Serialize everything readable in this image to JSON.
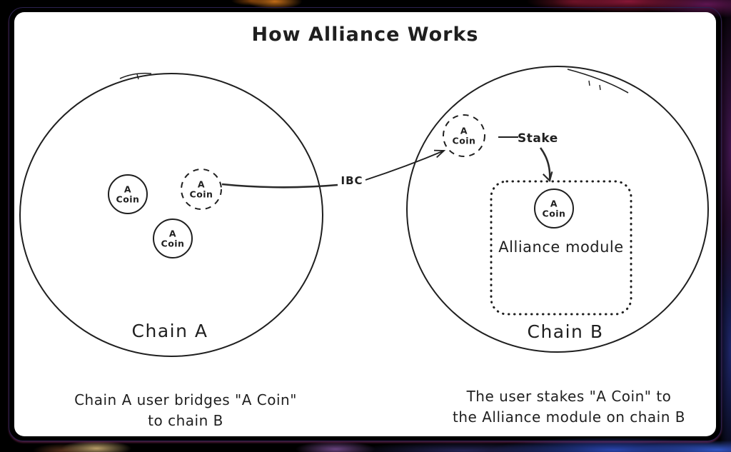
{
  "title": "How Alliance Works",
  "coin": {
    "line1": "A",
    "line2": "Coin"
  },
  "chain_a": {
    "label": "Chain A"
  },
  "chain_b": {
    "label": "Chain B",
    "module_label": "Alliance module"
  },
  "arrows": {
    "ibc_label": "IBC",
    "stake_label": "Stake"
  },
  "captions": {
    "left_line1": "Chain A user bridges \"A Coin\"",
    "left_line2": "to chain B",
    "right_line1": "The user stakes \"A Coin\" to",
    "right_line2": "the Alliance module on chain B"
  },
  "colors": {
    "ink": "#1f1f1f",
    "card_background": "#ffffff",
    "backdrop": "#000000",
    "glow_orange": "#cd731a",
    "glow_crimson": "#96193c",
    "glow_magenta": "#6e195f",
    "glow_blue": "#2d4bbe",
    "glow_tan": "#cdaf73",
    "glow_violet": "#8c5aaa",
    "frame_ring": "#2c2150"
  }
}
